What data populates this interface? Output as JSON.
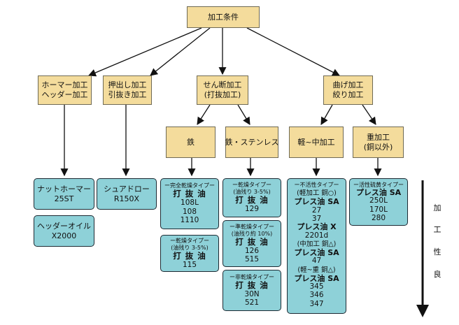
{
  "root": "加工条件",
  "categories": [
    {
      "lines": [
        "ホーマー加工",
        "ヘッダー加工"
      ]
    },
    {
      "lines": [
        "押出し加工",
        "引抜き加工"
      ]
    },
    {
      "lines": [
        "せん断加工",
        "(打抜加工)"
      ]
    },
    {
      "lines": [
        "曲げ加工",
        "絞り加工"
      ]
    }
  ],
  "materials": [
    {
      "lines": [
        "鉄"
      ]
    },
    {
      "lines": [
        "鉄・ステンレス"
      ]
    },
    {
      "lines": [
        "軽~中加工"
      ]
    },
    {
      "lines": [
        "重加工",
        "(銅以外)"
      ]
    }
  ],
  "products": {
    "homer": {
      "lines": [
        "ナットホーマー",
        "25ST"
      ]
    },
    "header": {
      "lines": [
        "ヘッダーオイル",
        "X2000"
      ]
    },
    "extrude": {
      "lines": [
        "シュアドロー",
        "R150X"
      ]
    },
    "iron_complete": {
      "type": "ー完全乾燥タイプー",
      "name": "打 抜 油",
      "values": [
        "108L",
        "108",
        "1110"
      ]
    },
    "iron_dry": {
      "type": "ー乾燥タイプー",
      "note": "(油残り 3-5%)",
      "name": "打 抜 油",
      "values": [
        "115"
      ]
    },
    "stainless_dry": {
      "type": "ー乾燥タイプー",
      "note": "(油残り 3-5%)",
      "name": "打 抜 油",
      "values": [
        "129"
      ]
    },
    "stainless_semi": {
      "type": "ー準乾燥タイプー",
      "note": "(油残り約 10%)",
      "name": "打 抜 油",
      "values": [
        "126",
        "515"
      ]
    },
    "stainless_non": {
      "type": "ー非乾燥タイプー",
      "name": "打 抜 油",
      "values": [
        "30N",
        "521"
      ]
    },
    "light_med": {
      "type": "ー不活性タイプー",
      "groups": [
        {
          "label": "(軽加工 銅○)",
          "name": "プレス油 SA",
          "values": [
            "27",
            "37"
          ]
        },
        {
          "label": "",
          "name": "プレス油 X",
          "values": [
            "2201d"
          ]
        },
        {
          "label": "(中加工 銅△)",
          "name": "プレス油 SA",
          "values": [
            "47"
          ]
        },
        {
          "label": "(軽~重 銅△)",
          "name": "プレス油 SA",
          "values": [
            "345",
            "346",
            "347"
          ]
        }
      ]
    },
    "heavy": {
      "type": "ー活性硫黄タイプー",
      "name": "プレス油 SA",
      "values": [
        "250L",
        "170L",
        "280"
      ]
    }
  },
  "axis_label": [
    "加",
    "工",
    "性",
    "良"
  ]
}
